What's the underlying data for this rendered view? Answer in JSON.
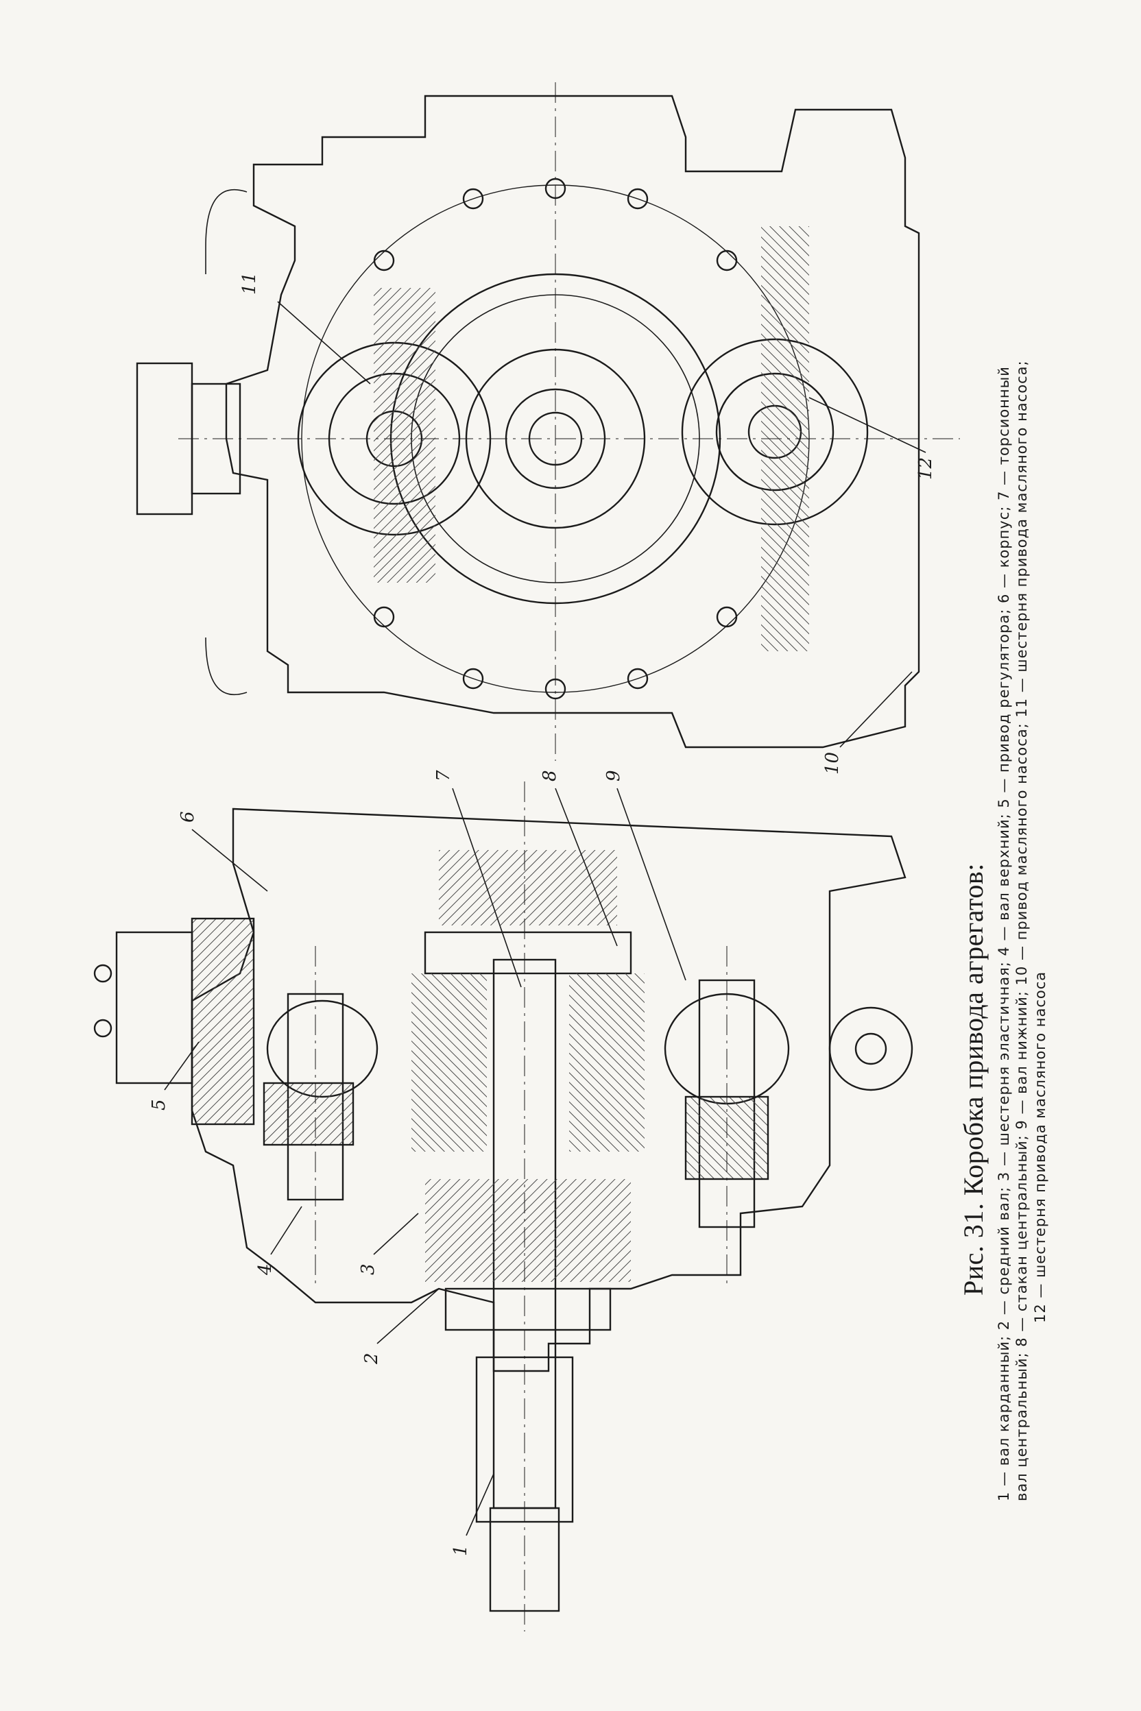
{
  "figure": {
    "title": "Рис. 31. Коробка привода агрегатов:",
    "legend_lines": [
      "1 — вал карданный;  2 — средний вал;  3 — шестерня эластичная;  4 — вал верхний;  5 — привод регулятора;  6 — корпус;  7 — торсионный",
      "вал центральный;  8 — стакан центральный;  9 — вал нижний;  10 — привод масляного насоса;  11 — шестерня привода масляного насоса;",
      "12 — шестерня привода масляного насоса"
    ],
    "callouts": [
      "1",
      "2",
      "3",
      "4",
      "5",
      "6",
      "7",
      "8",
      "9",
      "10",
      "11",
      "12"
    ]
  },
  "colors": {
    "ink": "#1b1b1b",
    "paper": "#f7f6f2",
    "hatch": "#4a4a4a"
  }
}
